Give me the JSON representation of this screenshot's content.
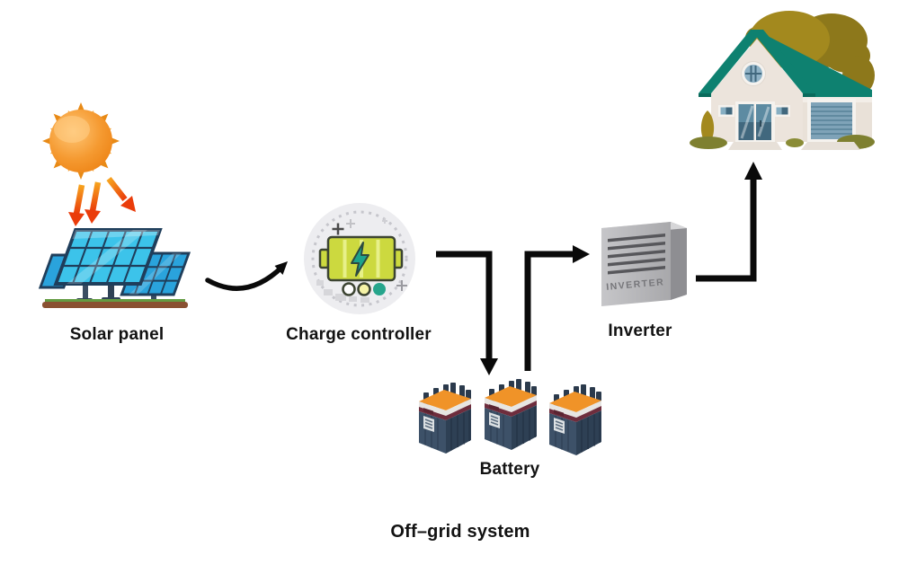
{
  "title": "Off–grid system",
  "nodes": {
    "solar_panel": {
      "label": "Solar panel"
    },
    "charge_controller": {
      "label": "Charge controller"
    },
    "battery": {
      "label": "Battery",
      "count": 3
    },
    "inverter": {
      "label": "Inverter",
      "device_text": "INVERTER"
    },
    "house": {
      "label": ""
    }
  },
  "connections": [
    {
      "from": "sun",
      "to": "solar_panel",
      "style": "three-red-ray-arrows"
    },
    {
      "from": "solar_panel",
      "to": "charge_controller",
      "style": "curved-arrow"
    },
    {
      "from": "charge_controller",
      "to": "battery",
      "style": "elbow-right-then-down"
    },
    {
      "from": "battery",
      "to": "inverter",
      "style": "elbow-up-then-right"
    },
    {
      "from": "inverter",
      "to": "house",
      "style": "elbow-right-then-up"
    }
  ],
  "icons": [
    "sun-icon",
    "sun-ray-arrow-icon",
    "solar-panel-icon",
    "charge-controller-icon",
    "lightning-bolt-icon",
    "indicator-lights-icon",
    "battery-icon",
    "inverter-icon",
    "house-icon",
    "curved-arrow-icon",
    "elbow-arrow-icon"
  ],
  "colors": {
    "background": "#ffffff",
    "label_text": "#121212",
    "arrow_black": "#0a0a0a",
    "sun_orange": "#f08a1d",
    "sun_ray_red": "#ea3c0a",
    "panel_cell_blue": "#3cc3ea",
    "panel_frame_navy": "#1f3e5b",
    "controller_circle_gray": "#ededf0",
    "controller_battery_green": "#ccd93f",
    "bolt_teal": "#1ca38c",
    "battery_top_orange": "#f09328",
    "battery_body_slate": "#3d5168",
    "battery_band_maroon": "#6e2d3d",
    "inverter_gray": "#b5b5b8",
    "roof_teal": "#0e8170",
    "wall_cream": "#ece4dc",
    "tree_olive": "#a3891e",
    "glass_blue": "#7fa3b8"
  }
}
